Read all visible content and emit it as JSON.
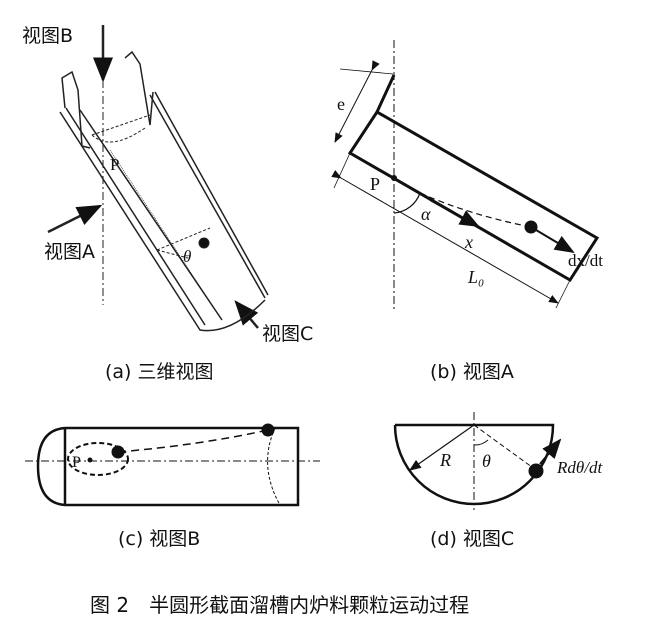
{
  "panel_a": {
    "caption": "(a) 三维视图",
    "view_b": "视图B",
    "view_a": "视图A",
    "view_c": "视图C",
    "point": "P",
    "angle": "θ"
  },
  "panel_b": {
    "caption": "(b) 视图A",
    "e": "e",
    "point": "P",
    "alpha": "α",
    "x": "x",
    "length": "L₀",
    "velocity": "dx/dt"
  },
  "panel_c": {
    "caption": "(c) 视图B",
    "point": "P"
  },
  "panel_d": {
    "caption": "(d) 视图C",
    "radius": "R",
    "angle": "θ",
    "velocity": "Rdθ/dt"
  },
  "figure_caption": "图 2　半圆形截面溜槽内炉料颗粒运动过程"
}
